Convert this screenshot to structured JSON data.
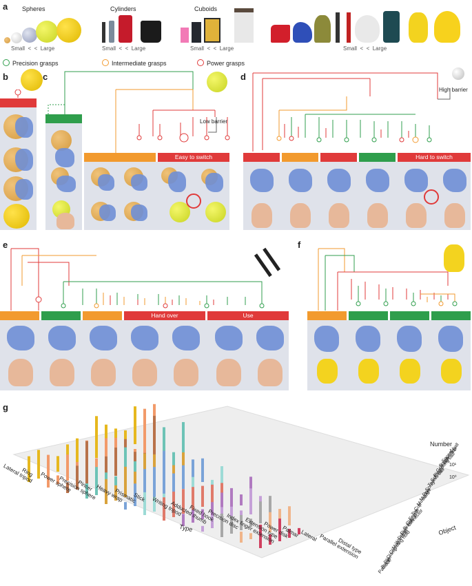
{
  "panel_labels": {
    "a": "a",
    "b": "b",
    "c": "c",
    "d": "d",
    "e": "e",
    "f": "f",
    "g": "g"
  },
  "panel_a": {
    "groups": [
      "Spheres",
      "Cylinders",
      "Cuboids"
    ],
    "small_large": {
      "small": "Small",
      "lt1": "<",
      "lt2": "<",
      "large": "Large"
    }
  },
  "legend": {
    "precision": "Precision grasps",
    "intermediate": "Intermediate grasps",
    "power": "Power grasps"
  },
  "colors": {
    "precision": "#2f9e4c",
    "intermediate": "#f29a2e",
    "power": "#e03a3a"
  },
  "panel_c": {
    "barrier": "Low barrier",
    "switch_bar": "Easy to switch"
  },
  "panel_d": {
    "barrier": "High barrier",
    "switch_bar": "Hard to switch"
  },
  "panel_e": {
    "hand_over": "Hand over",
    "use": "Use"
  },
  "panel_g": {
    "number_label": "Number",
    "ticks": [
      "10²",
      "10¹",
      "10⁰"
    ],
    "type_axis": "Type",
    "object_axis": "Object",
    "types": [
      "Lateral tripod",
      "Ring",
      "Power sphere",
      "Precision sphere",
      "Pincer",
      "Heavy wrap",
      "Prismatic",
      "Stick",
      "Writing tripod",
      "Adducted thumb",
      "Fixed hook",
      "Precision disc",
      "Index finger extension",
      "Extension type",
      "Power disk",
      "Palmar",
      "Lateral",
      "Parallel extension",
      "Distal type"
    ],
    "objects": [
      "Padlock",
      "Brush",
      "Plier",
      "Clamp",
      "Climbing hold",
      "Mug",
      "Wrench",
      "Driver",
      "Pipe connector",
      "Button",
      "Clamp",
      "Eraser",
      "Toy",
      "Cup",
      "Mustard",
      "Marker",
      "Pen",
      "Spray",
      "Tennis ball",
      "Softball",
      "Ping pong ball",
      "Golf ball",
      "Screwdriver",
      "Soccer ball"
    ]
  }
}
